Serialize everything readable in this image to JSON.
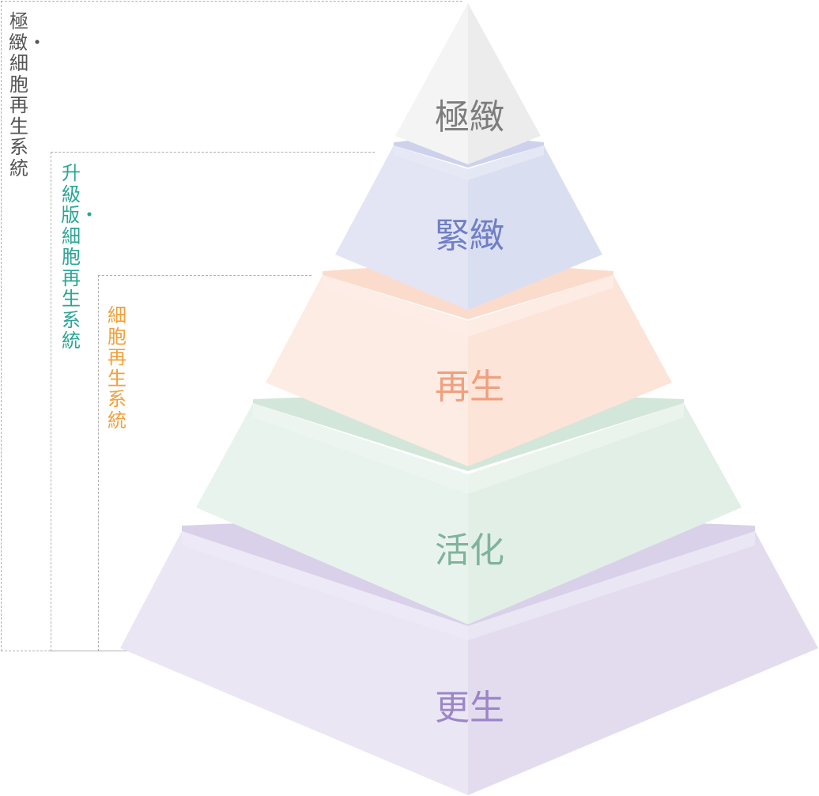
{
  "tiers": [
    {
      "id": "top",
      "label": "極緻",
      "text_color": "#7d7d7d",
      "fill": "#f1f1f1"
    },
    {
      "id": "second",
      "label": "緊緻",
      "text_color": "#6f7fc4",
      "fill": "#dfe2f2"
    },
    {
      "id": "third",
      "label": "再生",
      "text_color": "#f0a07e",
      "fill": "#fde7dd"
    },
    {
      "id": "fourth",
      "label": "活化",
      "text_color": "#7fb39c",
      "fill": "#e5f2ea"
    },
    {
      "id": "base",
      "label": "更生",
      "text_color": "#9b86c8",
      "fill": "#e7e1f0"
    }
  ],
  "system_labels": [
    {
      "id": "ultimate",
      "text": "極緻・細胞再生系統",
      "color": "#555555"
    },
    {
      "id": "upgraded",
      "text": "升級版・細胞再生系統",
      "color": "#2aa597"
    },
    {
      "id": "basic",
      "text": "細胞再生系統",
      "color": "#f2a03a"
    }
  ]
}
